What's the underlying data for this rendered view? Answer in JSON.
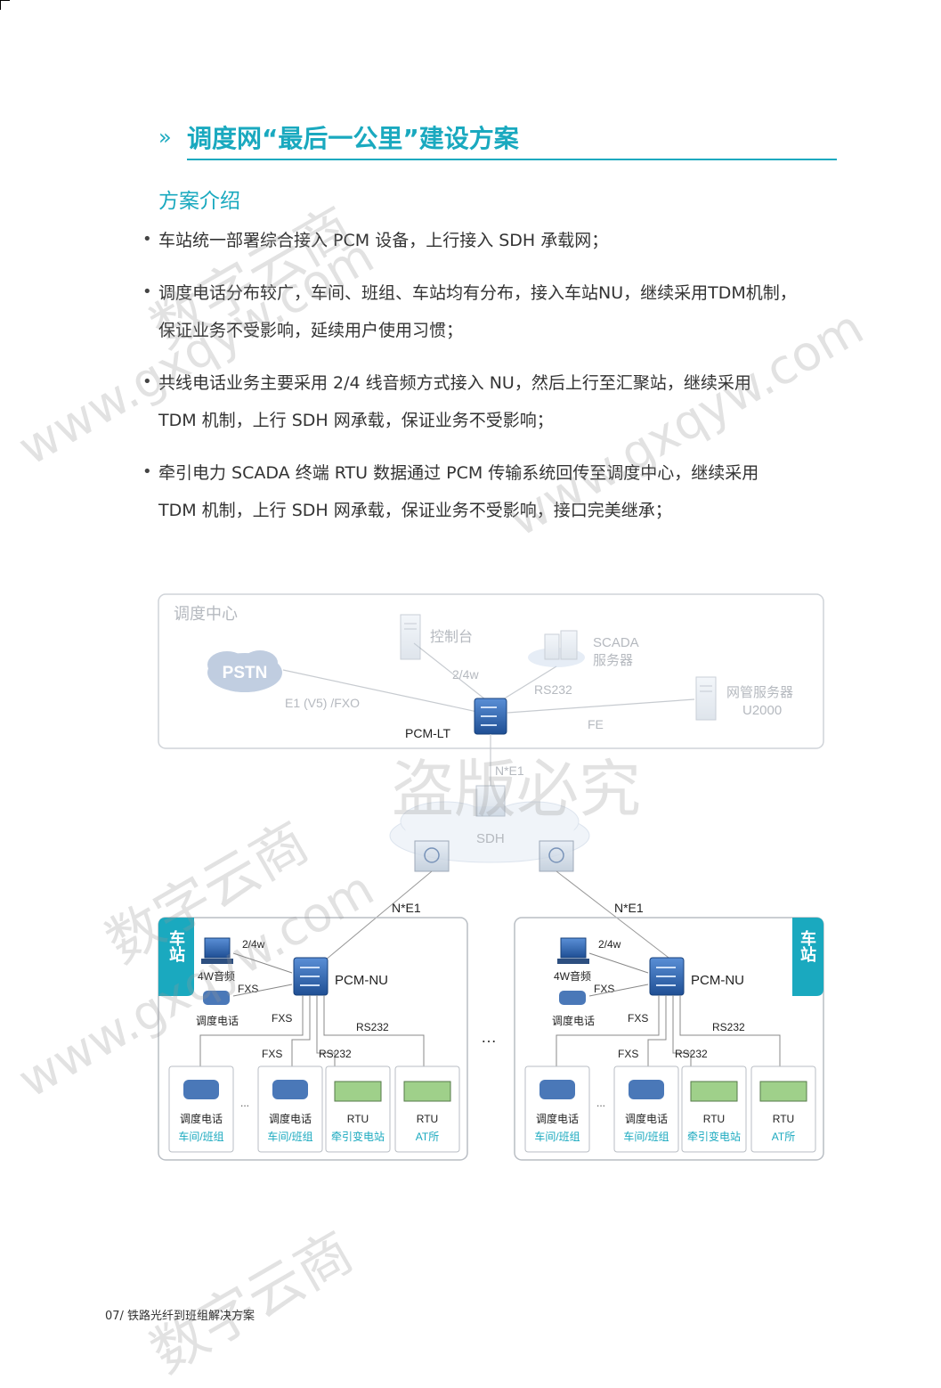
{
  "title": "调度网“最后一公里”建设方案",
  "title_marker": "»",
  "subheading": "方案介绍",
  "bullets": [
    {
      "lines": [
        "车站统一部署综合接入 PCM 设备，上行接入 SDH 承载网；"
      ]
    },
    {
      "lines": [
        "调度电话分布较广，车间、班组、车站均有分布，接入车站NU，继续采用TDM机制，",
        "保证业务不受影响，延续用户使用习惯；"
      ]
    },
    {
      "lines": [
        "共线电话业务主要采用 2/4 线音频方式接入 NU，然后上行至汇聚站，继续采用",
        "TDM 机制，上行 SDH 网承载，保证业务不受影响；"
      ]
    },
    {
      "lines": [
        "牵引电力 SCADA 终端 RTU 数据通过 PCM 传输系统回传至调度中心，继续采用",
        "TDM 机制，上行 SDH 网承载，保证业务不受影响，接口完美继承；"
      ]
    }
  ],
  "diagram": {
    "center_label": "调度中心",
    "pstn": "PSTN",
    "console": "控制台",
    "scada_line1": "SCADA",
    "scada_line2": "服务器",
    "nms_line1": "网管服务器",
    "nms_line2": "U2000",
    "pcm_lt": "PCM-LT",
    "link_2_4w": "2/4w",
    "link_rs232": "RS232",
    "link_e1": "E1 (V5) /FXO",
    "link_fe": "FE",
    "link_ne1": "N*E1",
    "sdh": "SDH",
    "ellipsis": "…",
    "station": {
      "label": "车站",
      "nu": "PCM-NU",
      "uplink": "N*E1",
      "audio": "4W音频",
      "link_2_4w": "2/4w",
      "fxs": "FXS",
      "phone": "调度电话",
      "rs232": "RS232",
      "dots": "...",
      "bottom": [
        {
          "name": "调度电话",
          "sub": "车间/班组"
        },
        {
          "name": "调度电话",
          "sub": "车间/班组"
        },
        {
          "name": "RTU",
          "sub": "牵引变电站"
        },
        {
          "name": "RTU",
          "sub": "AT所"
        }
      ]
    }
  },
  "watermarks": [
    "数字云商",
    "www.gxqyw.com",
    "盗版必究"
  ],
  "footer": "07/ 铁路光纤到班组解决方案",
  "colors": {
    "accent": "#1aa9bf",
    "device_blue": "#2d5fa8",
    "station_tag": "#1aa9bf"
  }
}
